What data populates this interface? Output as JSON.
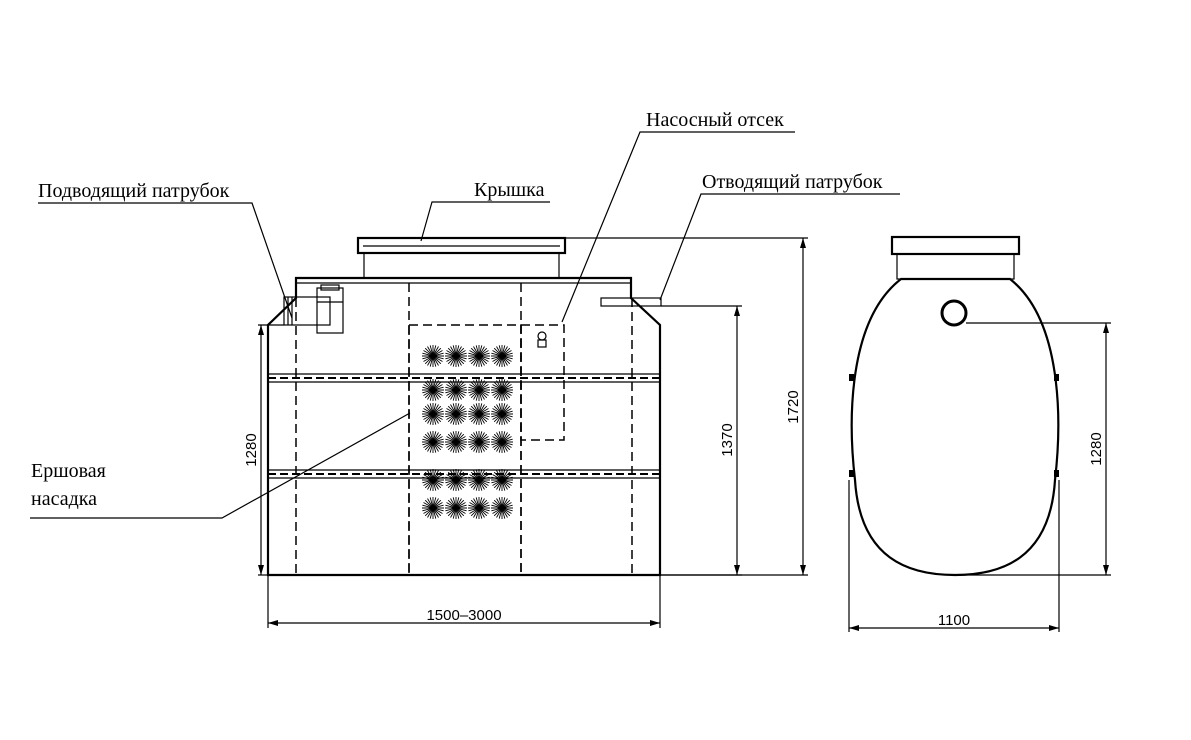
{
  "labels": {
    "inlet_pipe": "Подводящий патрубок",
    "lid": "Крышка",
    "pump_compartment": "Насосный отсек",
    "outlet_pipe": "Отводящий патрубок",
    "brush_packing_line1": "Ершовая",
    "brush_packing_line2": "насадка"
  },
  "dimensions": {
    "left_height": "1280",
    "inner_height": "1370",
    "total_height": "1720",
    "length": "1500–3000",
    "side_height": "1280",
    "side_width": "1100"
  }
}
